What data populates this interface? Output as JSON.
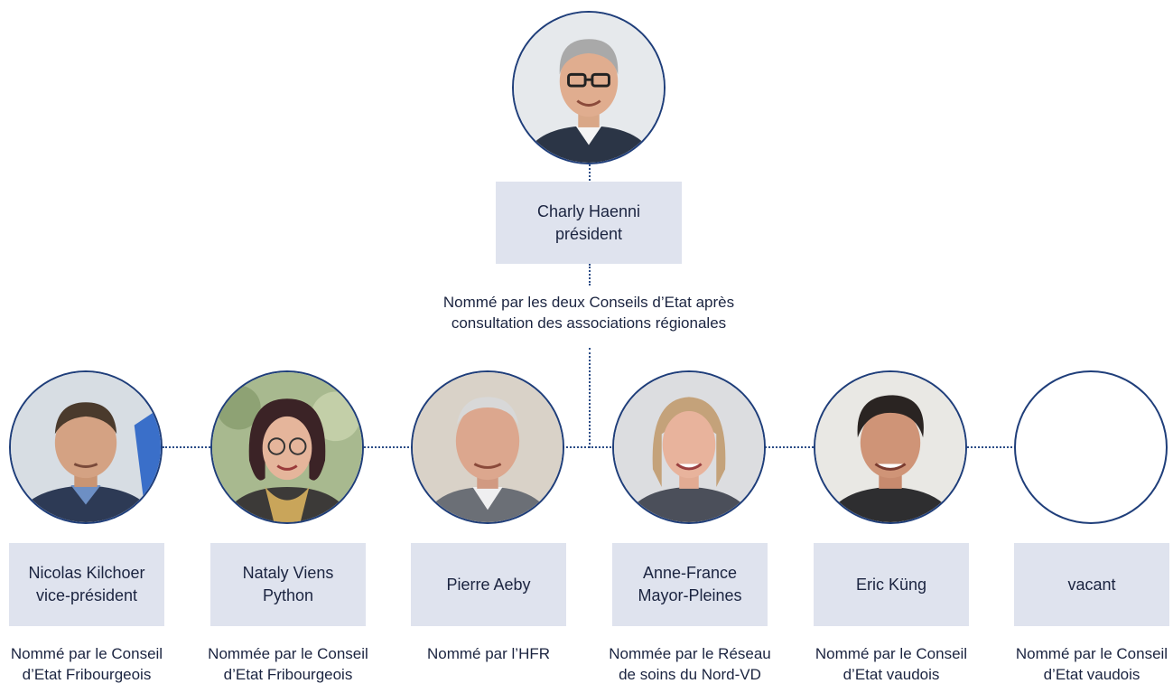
{
  "president": {
    "name": "Charly Haenni",
    "role": "président",
    "appointment_line1": "Nommé par les deux Conseils d’Etat après",
    "appointment_line2": "consultation des associations régionales"
  },
  "members": [
    {
      "name_line1": "Nicolas Kilchoer",
      "name_line2": "vice-président",
      "appointed_line1": "Nommé par le Conseil",
      "appointed_line2": "d’Etat Fribourgeois",
      "photo": "portrait"
    },
    {
      "name_line1": "Nataly Viens",
      "name_line2": "Python",
      "appointed_line1": "Nommée par le Conseil",
      "appointed_line2": "d’Etat Fribourgeois",
      "photo": "portrait"
    },
    {
      "name_line1": "Pierre Aeby",
      "name_line2": "",
      "appointed_line1": "Nommé par l’HFR",
      "appointed_line2": "",
      "photo": "portrait"
    },
    {
      "name_line1": "Anne-France",
      "name_line2": "Mayor-Pleines",
      "appointed_line1": "Nommée par le Réseau",
      "appointed_line2": "de soins du Nord-VD",
      "photo": "portrait"
    },
    {
      "name_line1": "Eric Küng",
      "name_line2": "",
      "appointed_line1": "Nommé par le Conseil",
      "appointed_line2": "d’Etat vaudois",
      "photo": "portrait"
    },
    {
      "name_line1": "vacant",
      "name_line2": "",
      "appointed_line1": "Nommé par le Conseil",
      "appointed_line2": "d’Etat vaudois",
      "photo": "none"
    }
  ],
  "colors": {
    "circle_border": "#1f3e7a",
    "connector": "#2b4c86",
    "name_box": "#dfe3ee",
    "text": "#1b2440"
  }
}
